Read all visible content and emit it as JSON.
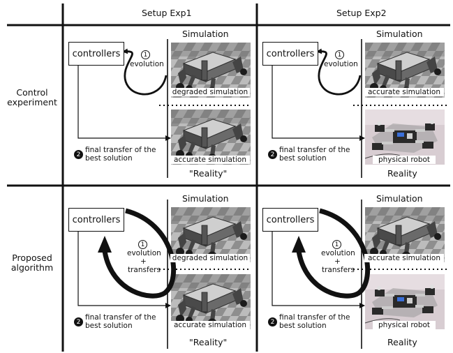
{
  "columns": {
    "exp1": "Setup Exp1",
    "exp2": "Setup Exp2"
  },
  "rows": {
    "control": {
      "line1": "Control",
      "line2": "experiment"
    },
    "proposed": {
      "line1": "Proposed",
      "line2": "algorithm"
    }
  },
  "labels": {
    "simulation": "Simulation",
    "controllers": "controllers",
    "evolution": "evolution",
    "plus": "+",
    "transfers": "transfers",
    "final_line1": "final transfer of the",
    "final_line2": "best solution",
    "degraded": "degraded simulation",
    "accurate": "accurate simulation",
    "physical": "physical robot",
    "reality_quoted": "\"Reality\"",
    "reality": "Reality",
    "step1": "1",
    "step2": "2"
  },
  "colors": {
    "line": "#111111",
    "robot_body": "#555555",
    "robot_dark": "#222222",
    "floor_light": "#bdbdbd",
    "floor_dark": "#8a8a8a",
    "photo_bg": "#d9d0d4"
  }
}
